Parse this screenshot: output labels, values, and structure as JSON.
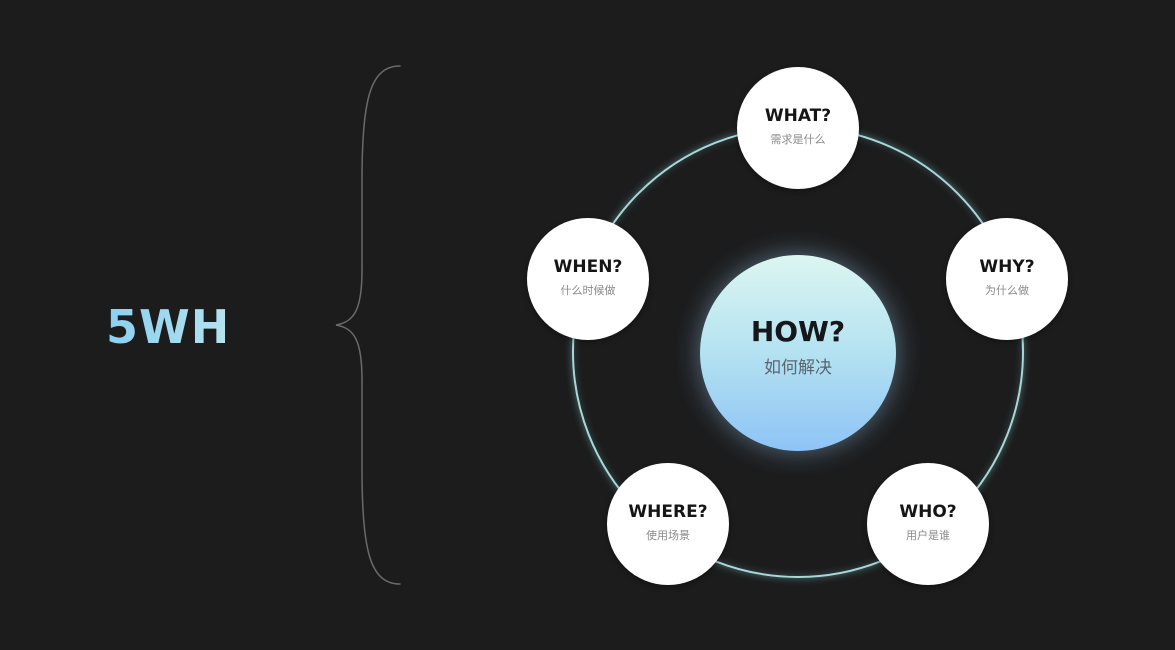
{
  "title": "5WH",
  "center": {
    "label": "HOW?",
    "sub": "如何解决"
  },
  "nodes": {
    "what": {
      "label": "WHAT?",
      "sub": "需求是什么"
    },
    "why": {
      "label": "WHY?",
      "sub": "为什么做"
    },
    "who": {
      "label": "WHO?",
      "sub": "用户是谁"
    },
    "where": {
      "label": "WHERE?",
      "sub": "使用场景"
    },
    "when": {
      "label": "WHEN?",
      "sub": "什么时候做"
    }
  },
  "colors": {
    "background": "#1c1c1d",
    "title_gradient_start": "#89d0f2",
    "title_gradient_end": "#bfe6ec",
    "ring": "#a9d8db",
    "center_gradient_top": "#dcf6f1",
    "center_gradient_bottom": "#8ec3f6",
    "node_fill": "#ffffff",
    "brace": "#6a6a6a"
  }
}
